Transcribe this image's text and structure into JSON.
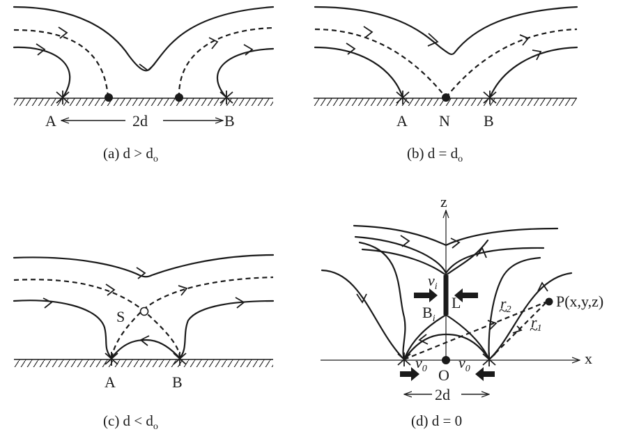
{
  "panels": {
    "a": {
      "caption": "(a) d > d",
      "caption_sub": "o",
      "label_a": "A",
      "label_b": "B",
      "label_2d": "2d"
    },
    "b": {
      "caption": "(b) d = d",
      "caption_sub": "o",
      "label_a": "A",
      "label_n": "N",
      "label_b": "B"
    },
    "c": {
      "caption": "(c) d < d",
      "caption_sub": "o",
      "label_a": "A",
      "label_b": "B",
      "label_s": "S"
    },
    "d": {
      "caption": "(d) d = 0",
      "axis_z": "z",
      "axis_x": "x",
      "origin": "O",
      "label_2d": "2d",
      "label_L": "L",
      "label_B": "B",
      "label_B_sub": "i",
      "label_v": "v",
      "label_v_sub": "i",
      "label_v0": "v",
      "label_v0_sub": "0",
      "label_r2": "r",
      "label_r2_sub": "2",
      "label_r1": "r",
      "label_r1_sub": "1",
      "label_P": "P(x,y,z)"
    }
  }
}
